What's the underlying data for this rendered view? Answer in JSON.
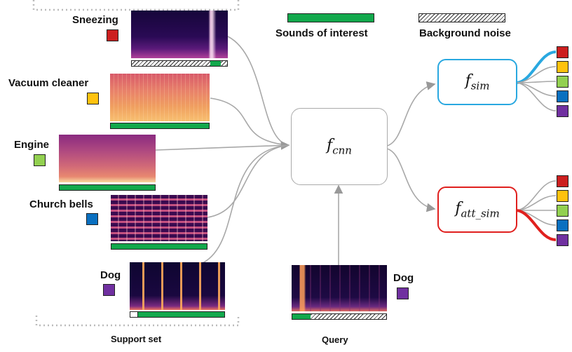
{
  "legend": {
    "interest_label": "Sounds of interest",
    "noise_label": "Background noise"
  },
  "colors": {
    "sound": "#12a84c",
    "red": "#cc1f1f",
    "yellow": "#ffc20e",
    "green": "#92d050",
    "blue": "#0a70c0",
    "purple": "#7030a0",
    "sim_box": "#29a8e0",
    "att_box": "#e0201e"
  },
  "support": {
    "caption": "Support set",
    "items": [
      {
        "label": "Sneezing",
        "color": "#cc1f1f"
      },
      {
        "label": "Vacuum cleaner",
        "color": "#ffc20e"
      },
      {
        "label": "Engine",
        "color": "#92d050"
      },
      {
        "label": "Church bells",
        "color": "#0a70c0"
      },
      {
        "label": "Dog",
        "color": "#7030a0"
      }
    ]
  },
  "query": {
    "caption": "Query",
    "label": "Dog",
    "color": "#7030a0"
  },
  "cnn": {
    "main": "f",
    "sub": "cnn"
  },
  "sim": {
    "main": "f",
    "sub": "sim"
  },
  "att_sim": {
    "main": "f",
    "sub": "att_sim"
  }
}
